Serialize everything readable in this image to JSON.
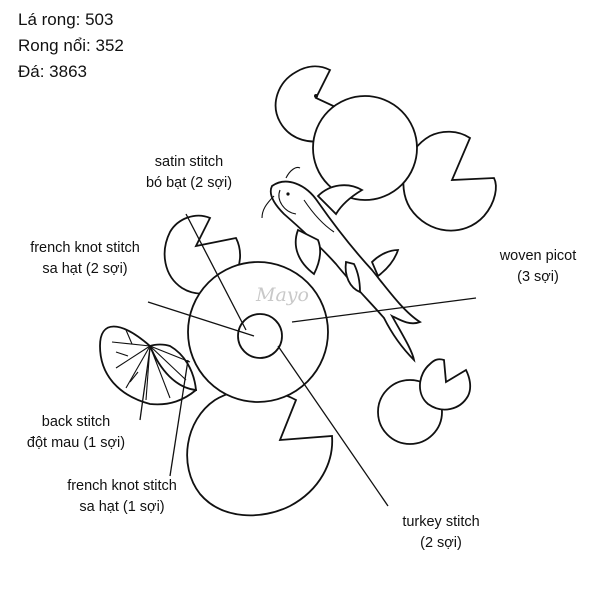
{
  "stats": {
    "leaves": "Lá rong: 503",
    "floating": "Rong nổi: 352",
    "stones": "Đá: 3863"
  },
  "labels": {
    "satin": {
      "line1": "satin stitch",
      "line2": "bó bạt (2 sợi)"
    },
    "french_knot_2": {
      "line1": "french knot stitch",
      "line2": "sa hạt (2 sợi)"
    },
    "woven_picot": {
      "line1": "woven picot",
      "line2": "(3 sợi)"
    },
    "back_stitch": {
      "line1": "back stitch",
      "line2": "đột mau (1 sợi)"
    },
    "french_knot_1": {
      "line1": "french knot stitch",
      "line2": "sa hạt (1 sợi)"
    },
    "turkey": {
      "line1": "turkey stitch",
      "line2": "(2 sợi)"
    }
  },
  "watermark": "Mayo",
  "icons": {
    "koi": "koi-fish-icon",
    "lily_pad": "lily-pad-icon"
  }
}
